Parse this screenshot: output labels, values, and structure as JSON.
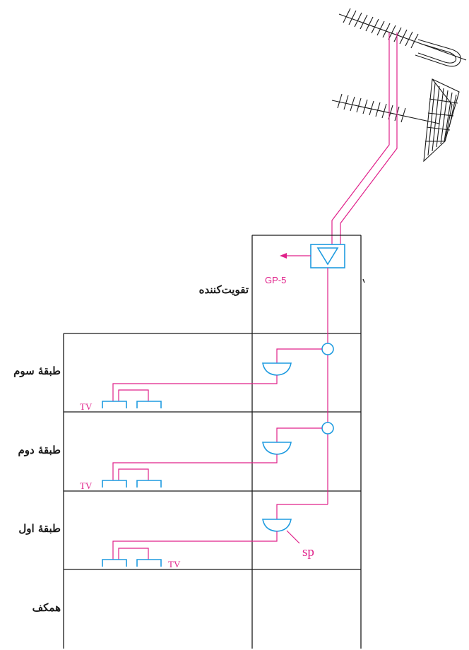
{
  "labels": {
    "amplifier": "تقویت‌کننده",
    "gp": "GP-5",
    "sp": "sp",
    "tv": "TV"
  },
  "floors": [
    {
      "name": "طبقهٔ سوم"
    },
    {
      "name": "طبقهٔ دوم"
    },
    {
      "name": "طبقهٔ اول"
    },
    {
      "name": "همکف"
    }
  ],
  "colors": {
    "wire": "#e0218a",
    "device": "#1e9be0",
    "wall": "#1a1a1a"
  },
  "icons": [
    "yagi-antenna-icon",
    "grid-antenna-icon",
    "amplifier-icon",
    "splitter-icon",
    "tap-icon",
    "tv-outlet-icon"
  ]
}
